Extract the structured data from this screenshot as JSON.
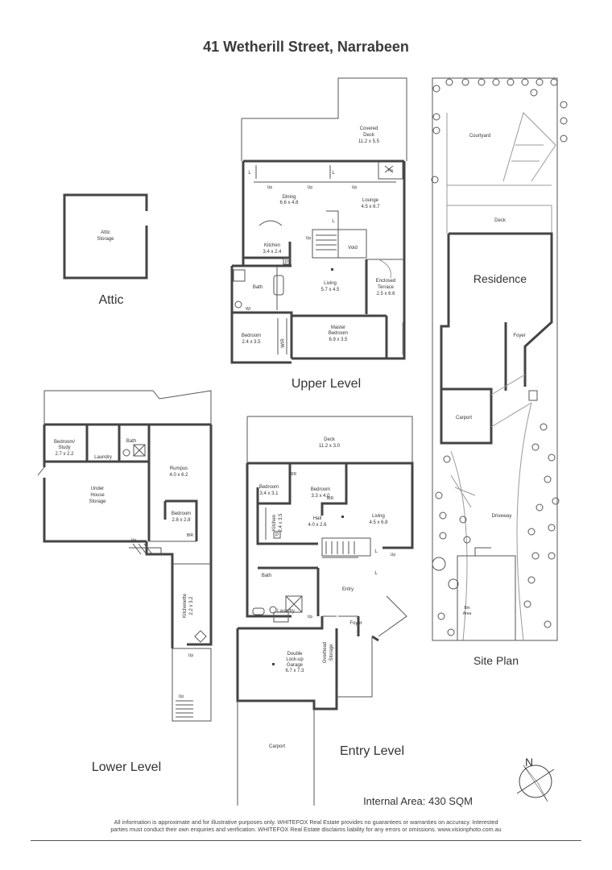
{
  "title": "41 Wetherill Street, Narrabeen",
  "sections": {
    "attic": "Attic",
    "upper": "Upper Level",
    "lower": "Lower Level",
    "entry": "Entry Level",
    "site": "Site Plan"
  },
  "rooms": {
    "attic_storage": [
      "Attic",
      "Storage"
    ],
    "covered_deck": [
      "Covered",
      "Deck",
      "11.2 x 5.5"
    ],
    "dining": [
      "Dining",
      "6.6 x 4.8"
    ],
    "lounge": [
      "Lounge",
      "4.5 x 6.7"
    ],
    "kitchen_u": [
      "Kitchen",
      "3.4 x 2.4"
    ],
    "void": "Void",
    "bath_u": "Bath",
    "living_u": [
      "Living",
      "5.7 x 4.5"
    ],
    "enclosed_terrace": [
      "Enclosed",
      "Terrace",
      "2.5 x 6.6"
    ],
    "bedroom_u": [
      "Bedroom",
      "2.4 x 3.5"
    ],
    "wir_u": "WIR",
    "master": [
      "Master",
      "Bedroom",
      "6.9 x 3.5"
    ],
    "wi": "WI",
    "bedroom_study": [
      "Bedroom/",
      "Study",
      "2.7 x 2.2"
    ],
    "laundry_l": "Laundry",
    "bath_l": "Bath",
    "rumpus": [
      "Rumpus",
      "4.0 x 6.2"
    ],
    "under_house": [
      "Under",
      "House",
      "Storage"
    ],
    "bedroom_l": [
      "Bedroom",
      "2.8 x 2.8"
    ],
    "bir": "BIR",
    "kitchenette": [
      "Kitchenette",
      "2.2 x 3.2"
    ],
    "deck_e": [
      "Deck",
      "11.2 x 3.0"
    ],
    "bedroom_e1": [
      "Bedroom",
      "3.4 x 3.1"
    ],
    "bedroom_e2": [
      "Bedroom",
      "3.3 x 4.0"
    ],
    "living_e": [
      "Living",
      "4.5 x 6.8"
    ],
    "kitchen_e": [
      "Kitchen",
      "2.4 x 3.5"
    ],
    "hall": [
      "Hall",
      "4.0 x 2.6"
    ],
    "bath_e": "Bath",
    "laundry_e": "Laundry",
    "entry": "Entry",
    "foyer_e": "Foyer",
    "overhead": [
      "Overhead",
      "Storage"
    ],
    "garage": [
      "Double",
      "Lock-up",
      "Garage",
      "6.7 x 7.3"
    ],
    "carport_e": "Carport",
    "courtyard": "Courtyard",
    "deck_s": "Deck",
    "residence": "Residence",
    "foyer_s": "Foyer",
    "carport_s": "Carport",
    "driveway": "Driveway",
    "bin_area": [
      "Bin",
      "Area"
    ]
  },
  "marks": {
    "up": "Up",
    "l": "L",
    "p": "P",
    "fp": "Fp",
    "wr": "WI",
    "bir": "BIR"
  },
  "compass": "N",
  "internal_area": "Internal Area: 430 SQM",
  "disclaimer": [
    "All information is approximate and for illustrative purposes only. WHITEFOX Real Estate provides no guarantees or warranties on accuracy. Interested",
    "parties must conduct their own enquiries and verification. WHITEFOX Real Estate disclaims liability for any errors or omissions. www.visionphoto.com.au"
  ]
}
